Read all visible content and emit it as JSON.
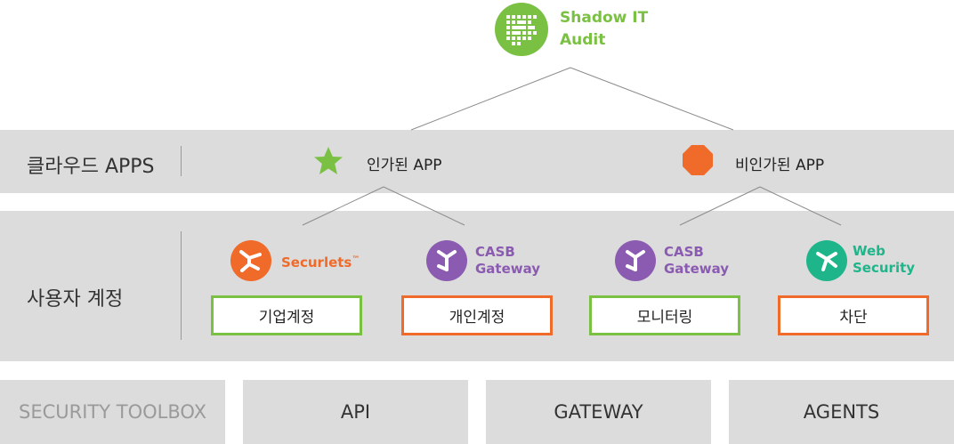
{
  "audit": {
    "line1": "Shadow IT",
    "line2": "Audit"
  },
  "row_cloud": {
    "label": "클라우드 APPS"
  },
  "row_accounts": {
    "label": "사용자 계정"
  },
  "approved_app": {
    "label": "인가된 APP"
  },
  "unapproved_app": {
    "label": "비인가된 APP"
  },
  "products": [
    {
      "name": "Securlets",
      "tm": "™"
    },
    {
      "line1": "CASB",
      "line2": "Gateway"
    },
    {
      "line1": "CASB",
      "line2": "Gateway"
    },
    {
      "line1": "Web",
      "line2": "Security"
    }
  ],
  "boxes": [
    "기업계정",
    "개인계정",
    "모니터링",
    "차단"
  ],
  "toolbox": [
    "SECURITY TOOLBOX",
    "API",
    "GATEWAY",
    "AGENTS"
  ],
  "colors": {
    "green": "#7ac143",
    "orange": "#f06a2a",
    "purple": "#8a5bb0",
    "teal": "#1fb58a",
    "band": "#dcdcdc"
  }
}
